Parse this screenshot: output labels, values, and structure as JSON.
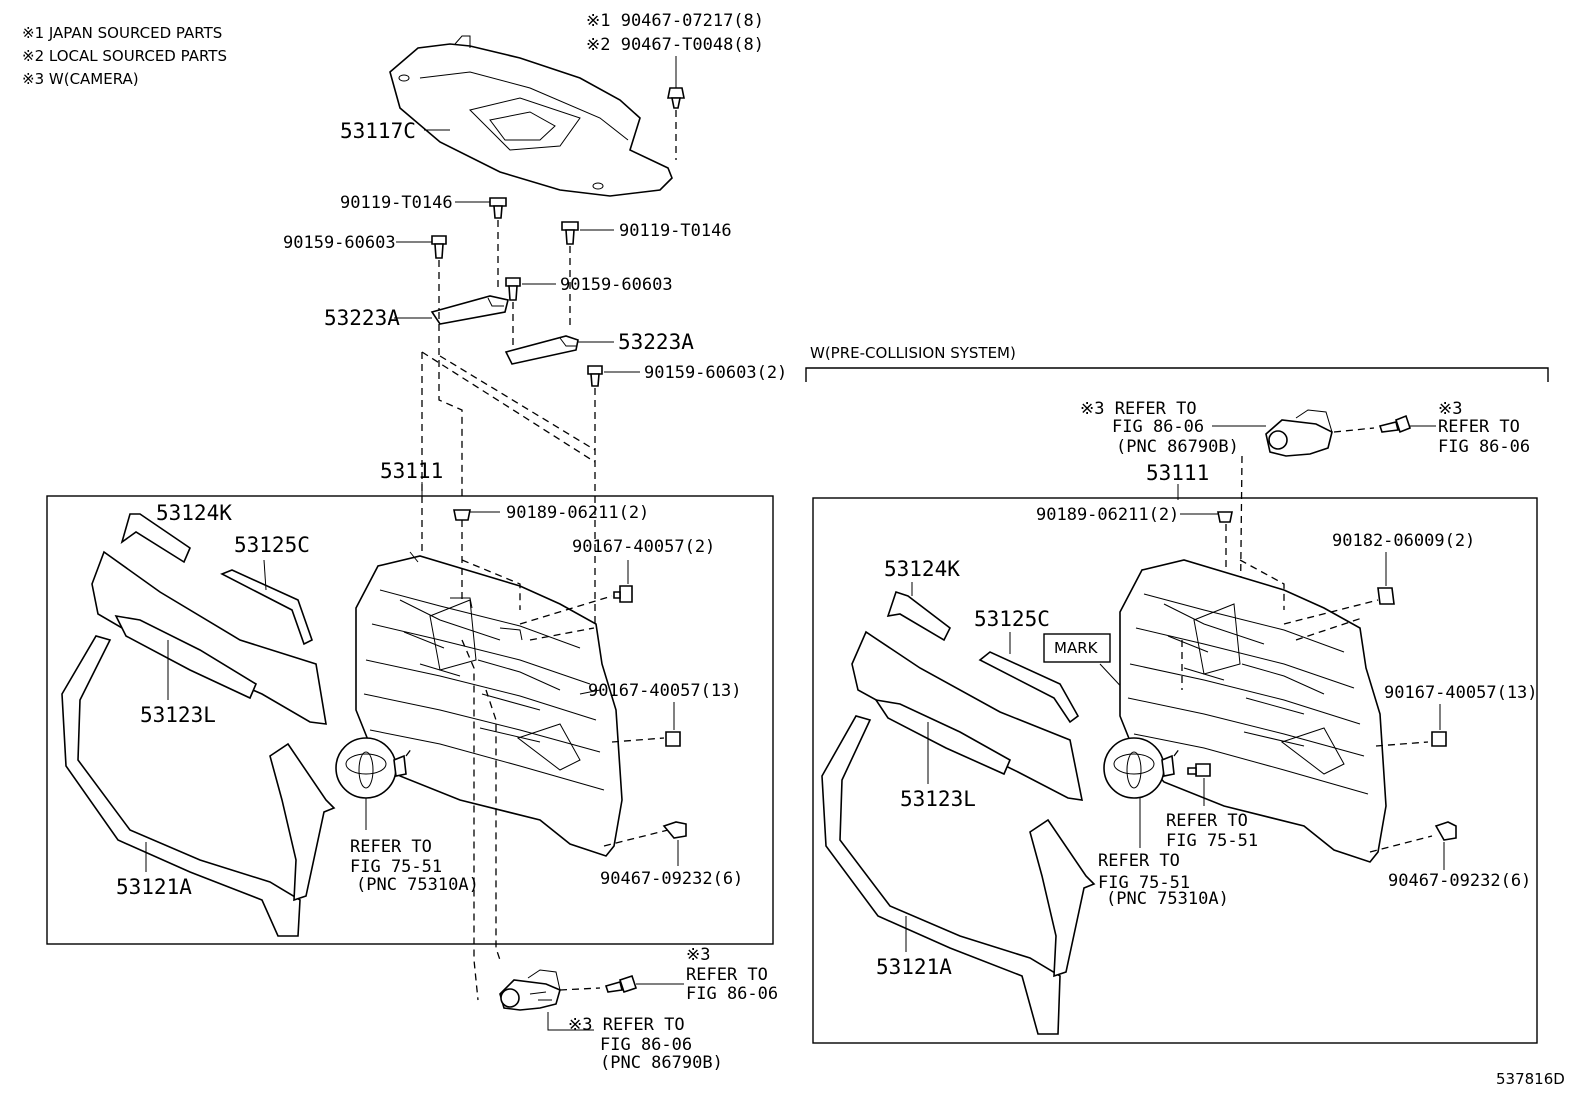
{
  "notes": [
    "※1 JAPAN SOURCED PARTS",
    "※2 LOCAL SOURCED PARTS",
    "※3 W(CAMERA)"
  ],
  "figure_id": "537816D",
  "section_label": "W(PRE-COLLISION SYSTEM)",
  "top": {
    "clip_line1": "※1 90467-07217(8)",
    "clip_line2": "※2 90467-T0048(8)",
    "cover": "53117C",
    "bolt_a": "90119-T0146",
    "bolt_b": "90119-T0146",
    "screw_a": "90159-60603",
    "screw_b": "90159-60603",
    "bracket_a": "53223A",
    "bracket_b": "53223A",
    "screw_c": "90159-60603(2)"
  },
  "left": {
    "grille": "53111",
    "molding_k": "53124K",
    "molding_c": "53125C",
    "molding_l": "53123L",
    "radiator_grille": "53121A",
    "clip_top": "90189-06211(2)",
    "screw_top": "90167-40057(2)",
    "screw_side": "90167-40057(13)",
    "clip_bottom": "90467-09232(6)",
    "emblem_ref1": "REFER TO",
    "emblem_ref2": "FIG 75-51",
    "emblem_ref3": "(PNC 75310A)",
    "cam_screw_ref0": "※3",
    "cam_screw_ref1": "REFER TO",
    "cam_screw_ref2": "FIG 86-06",
    "cam_ref1": "※3 REFER TO",
    "cam_ref2": "FIG 86-06",
    "cam_ref3": "(PNC 86790B)"
  },
  "right": {
    "grille": "53111",
    "mark": "MARK",
    "molding_k": "53124K",
    "molding_c": "53125C",
    "molding_l": "53123L",
    "radiator_grille": "53121A",
    "clip_top": "90189-06211(2)",
    "nut_top": "90182-06009(2)",
    "screw_side": "90167-40057(13)",
    "clip_bottom": "90467-09232(6)",
    "emblem_ref1": "REFER TO",
    "emblem_ref2": "FIG 75-51",
    "emblem_ref3": "(PNC 75310A)",
    "bolt_ref1": "REFER TO",
    "bolt_ref2": "FIG 75-51",
    "cam_ref1": "※3 REFER TO",
    "cam_ref2": "FIG 86-06",
    "cam_ref3": "(PNC 86790B)",
    "cam_screw_ref0": "※3",
    "cam_screw_ref1": "REFER TO",
    "cam_screw_ref2": "FIG 86-06"
  }
}
